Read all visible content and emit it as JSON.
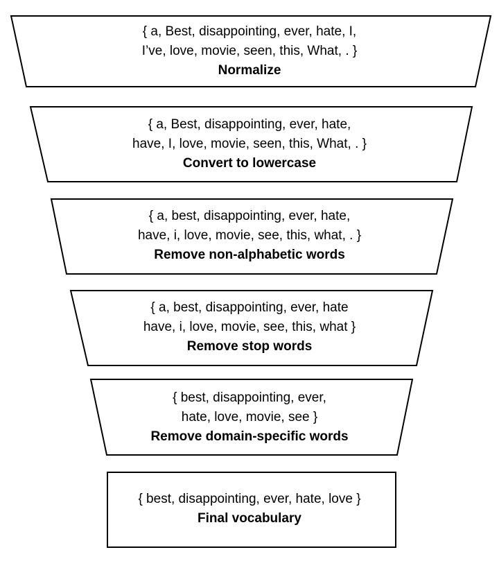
{
  "stages": [
    {
      "lines": [
        "{ a, Best, disappointing, ever, hate, I,",
        "I’ve, love, movie, seen, this, What, . }"
      ],
      "label": "Normalize"
    },
    {
      "lines": [
        "{ a, Best, disappointing, ever, hate,",
        "have, I, love, movie, seen, this, What, . }"
      ],
      "label": "Convert to lowercase"
    },
    {
      "lines": [
        "{ a, best, disappointing, ever, hate,",
        "have, i, love, movie, see, this, what, . }"
      ],
      "label": "Remove non-alphabetic words"
    },
    {
      "lines": [
        "{ a, best, disappointing, ever, hate",
        "have, i, love, movie, see, this, what }"
      ],
      "label": "Remove stop words"
    },
    {
      "lines": [
        "{ best, disappointing, ever,",
        "hate, love, movie, see }"
      ],
      "label": "Remove domain-specific words"
    },
    {
      "lines": [
        "{ best, disappointing, ever, hate, love }"
      ],
      "label": "Final vocabulary"
    }
  ],
  "colors": {
    "stroke": "#000000",
    "fill": "#ffffff",
    "text": "#000000"
  }
}
